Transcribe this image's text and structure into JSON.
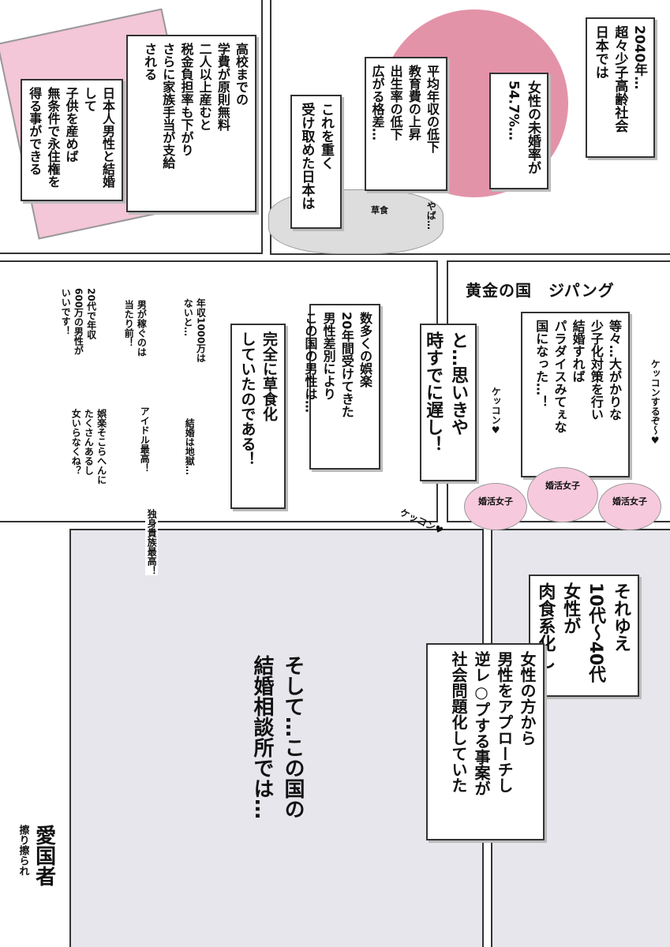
{
  "panel1": {
    "year_box": [
      "2040年…",
      "超々少子高齢社会",
      "日本では"
    ],
    "rate_box": [
      "女性の未婚率が",
      "54.7%…"
    ],
    "causes_box": [
      "平均年収の低下",
      "教育費の上昇",
      "出生率の低下",
      "広がる格差…"
    ],
    "response_box": [
      "これを重く",
      "受け取めた日本は"
    ],
    "sfx_yaba": "やば…",
    "label_soushoku": "草食"
  },
  "panel2": {
    "policy_box": [
      "高校までの",
      "学費が原則無料",
      "二人以上産むと",
      "税金負担率も下がり",
      "さらに家族手当が支給",
      "される"
    ],
    "residency_box": [
      "日本人男性と結婚して",
      "子供を産めば",
      "無条件で永住権を",
      "得る事ができる"
    ]
  },
  "panel3": {
    "title": "黄金の国　ジパング",
    "paradise_box": [
      "等々…大がかりな",
      "少子化対策を行い",
      "結婚すれば",
      "パラダイスみてぇな",
      "国になった…！"
    ],
    "shout1": "ケッコンするぞ〜♥",
    "shout2": "ケッコン♥",
    "badges": [
      "婚活女子",
      "婚活女子",
      "婚活女子"
    ]
  },
  "panel4": {
    "too_late_box": [
      "と…思いきや",
      "時すでに遅し！"
    ],
    "shout3": "ケッコン♥",
    "men_box": [
      "数多くの娯楽",
      "20年間受けてきた",
      "男性差別により",
      "この国の男性は…"
    ],
    "herbivore_box": [
      "完全に草食化",
      "していたのである！"
    ],
    "voices": [
      [
        "年収1000万は",
        "ないと…"
      ],
      [
        "結婚は地獄…"
      ],
      [
        "男が稼ぐのは",
        "当たり前！"
      ],
      [
        "アイドル最高！"
      ],
      [
        "独身貴族最高！"
      ],
      [
        "20代で年収",
        "600万の男性が",
        "いいです！"
      ],
      [
        "娯楽そこらへんに",
        "たくさんあるし",
        "女いらなくね？"
      ]
    ]
  },
  "panel5": {
    "carnivore_box": [
      "それゆえ",
      "10代〜40代女性が",
      "肉食系化し"
    ],
    "approach_box": [
      "女性の方から",
      "男性をアプローチし",
      "逆レ○プする事案が",
      "社会問題化していた"
    ],
    "narration": [
      "そして…この国の",
      "結婚相談所では…"
    ]
  },
  "signature": [
    "愛国者",
    "擦り擦られ"
  ],
  "colors": {
    "pink": "#e393a8",
    "panel_gray": "#e6e6ec"
  }
}
